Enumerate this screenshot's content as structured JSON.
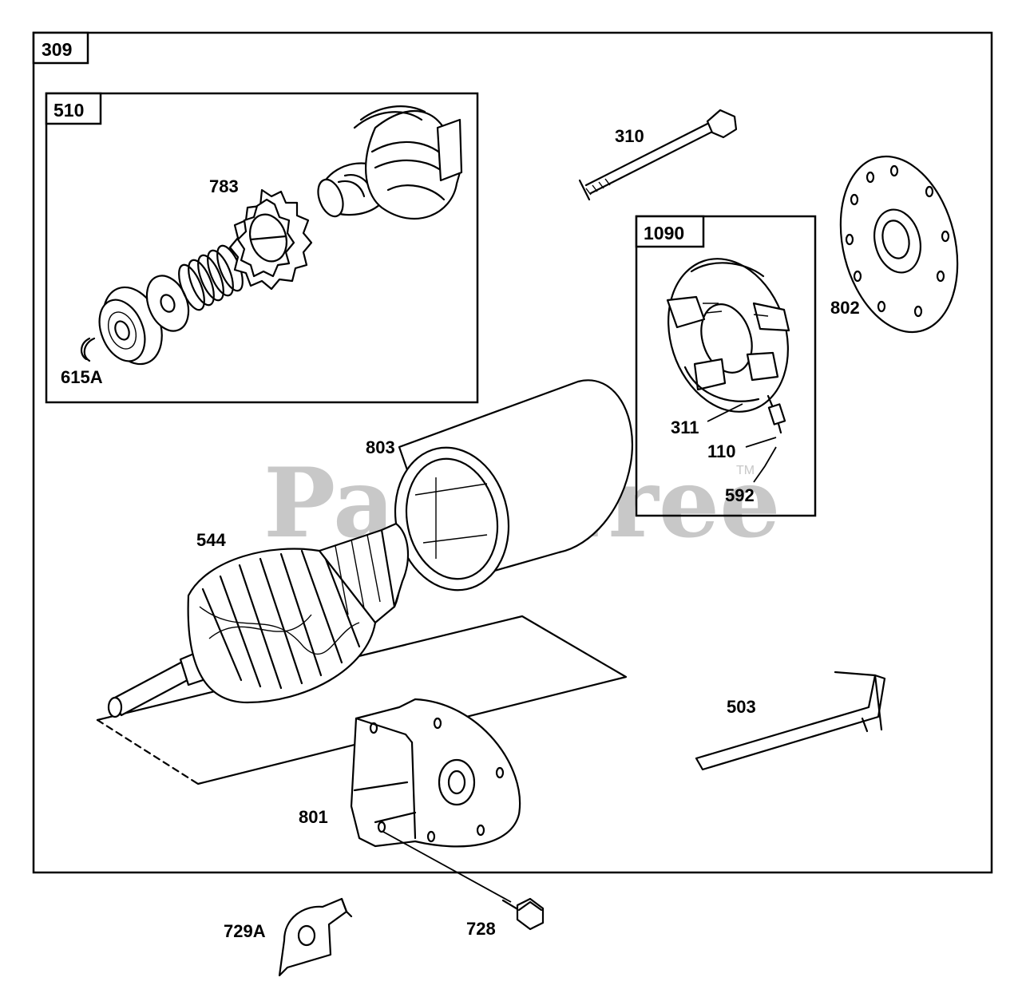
{
  "diagram": {
    "watermark": "PartsTree",
    "trademark": "TM",
    "boxes": {
      "outer": "309",
      "drive": "510",
      "brush": "1090"
    },
    "parts": {
      "p310": "310",
      "p783": "783",
      "p615a": "615A",
      "p802": "802",
      "p803": "803",
      "p311": "311",
      "p110": "110",
      "p592": "592",
      "p544": "544",
      "p503": "503",
      "p801": "801",
      "p729a": "729A",
      "p728": "728"
    }
  }
}
